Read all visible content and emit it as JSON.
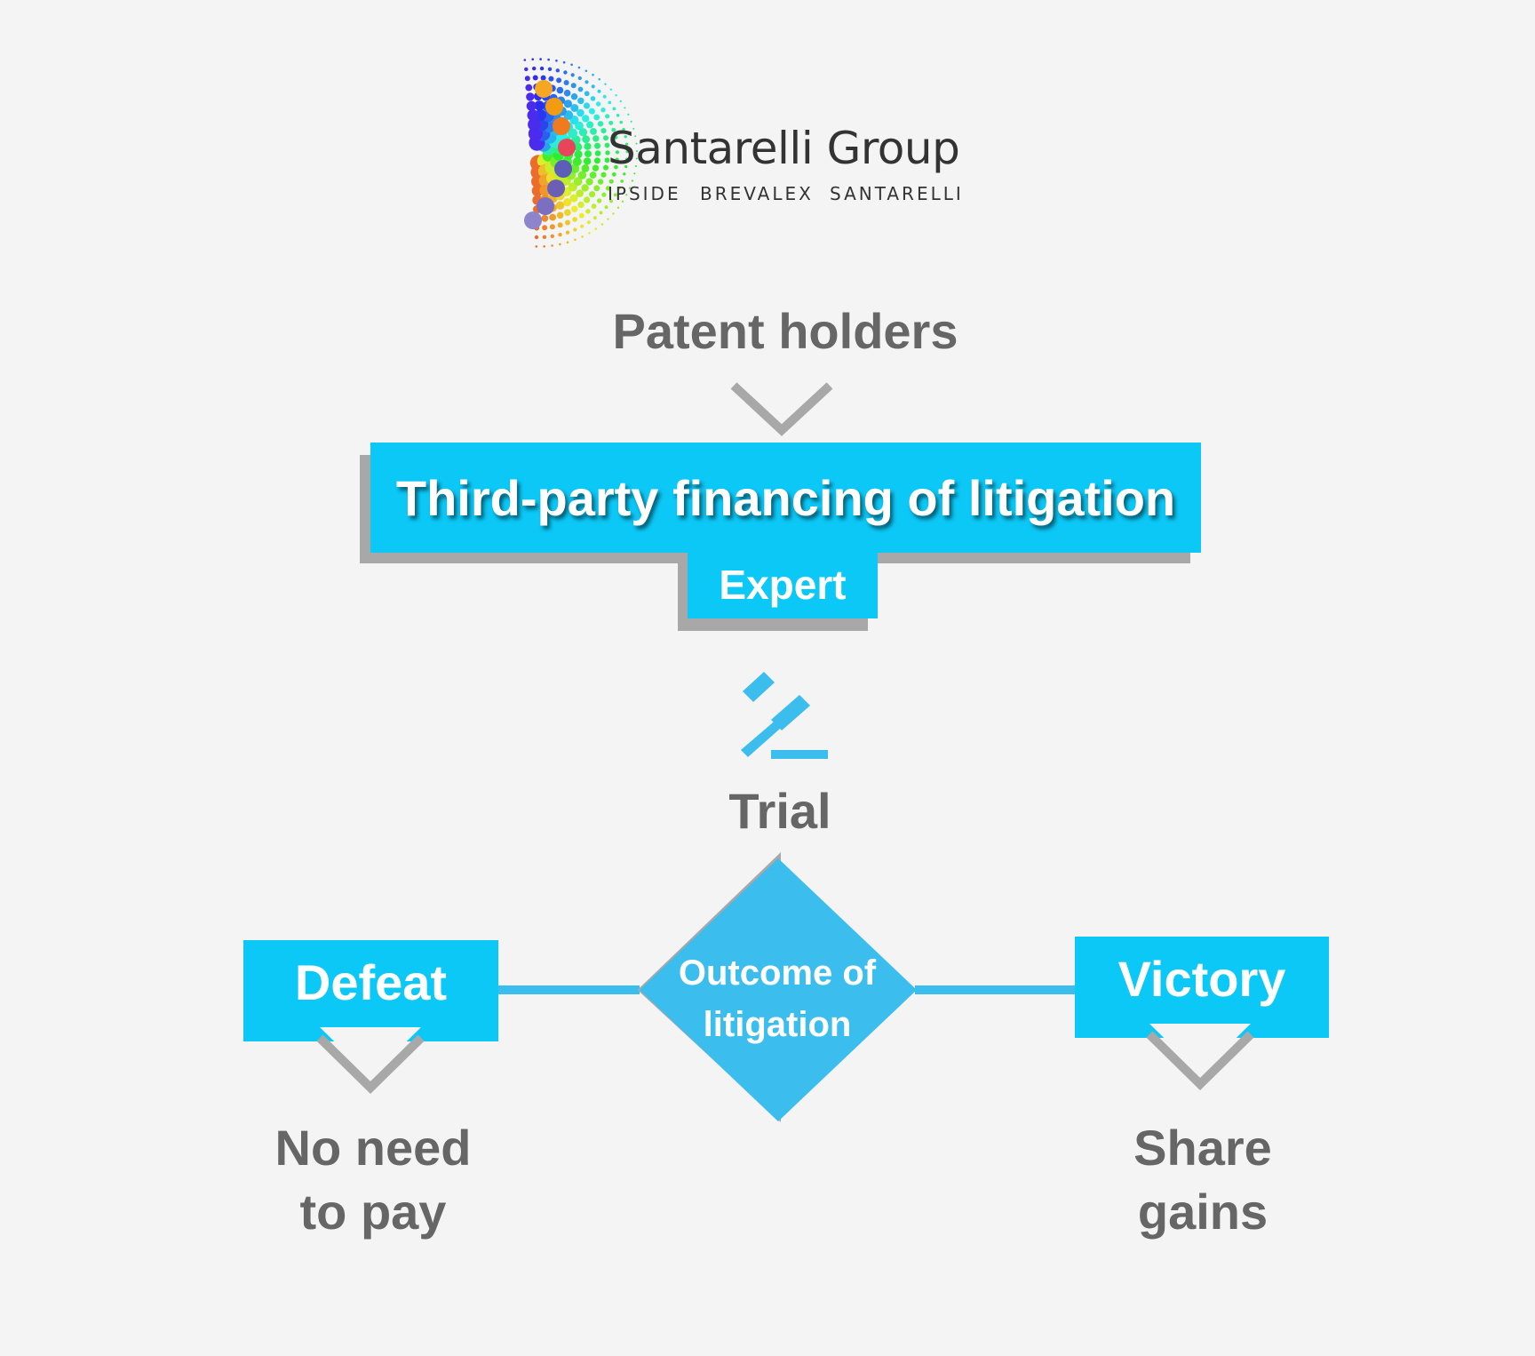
{
  "logo": {
    "brand_name": "Santarelli Group",
    "subbrands": [
      "IPSIDE",
      "BREVALEX",
      "SANTARELLI"
    ]
  },
  "diagram": {
    "top_label": "Patent holders",
    "main_box": "Third-party financing of litigation",
    "expert_box": "Expert",
    "trial_icon": "gavel-icon",
    "trial_label": "Trial",
    "decision_line1": "Outcome of",
    "decision_line2": "litigation",
    "left_box": "Defeat",
    "left_result_line1": "No need",
    "left_result_line2": "to pay",
    "right_box": "Victory",
    "right_result_line1": "Share",
    "right_result_line2": "gains"
  },
  "colors": {
    "background": "#f4f4f4",
    "box_fill": "#0cc8f7",
    "decision_fill": "#3bbdee",
    "icon": "#3bbdee",
    "text_gray": "#666666",
    "shadow_gray": "#a8a8a8"
  }
}
